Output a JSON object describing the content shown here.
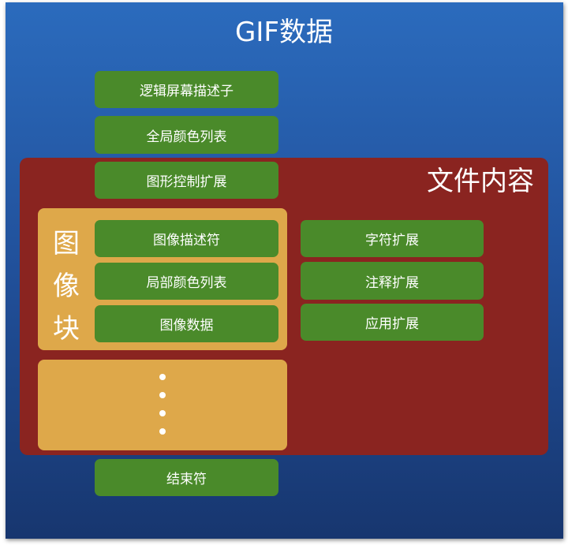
{
  "diagram": {
    "title": "GIF数据",
    "header_blocks": {
      "logical_screen_descriptor": "逻辑屏幕描述子",
      "global_color_table": "全局颜色列表"
    },
    "file_content": {
      "label": "文件内容",
      "graphic_control_extension": "图形控制扩展",
      "image_block": {
        "label": "图像块",
        "items": [
          "图像描述符",
          "局部颜色列表",
          "图像数据"
        ]
      },
      "extensions": [
        "字符扩展",
        "注释扩展",
        "应用扩展"
      ]
    },
    "trailer": "结束符"
  },
  "colors": {
    "background_top": "#2b6bbd",
    "background_bottom": "#17366f",
    "file_content_fill": "#8a2420",
    "image_block_fill": "#dea84a",
    "block_fill": "#4a8a2a",
    "text": "#ffffff"
  }
}
